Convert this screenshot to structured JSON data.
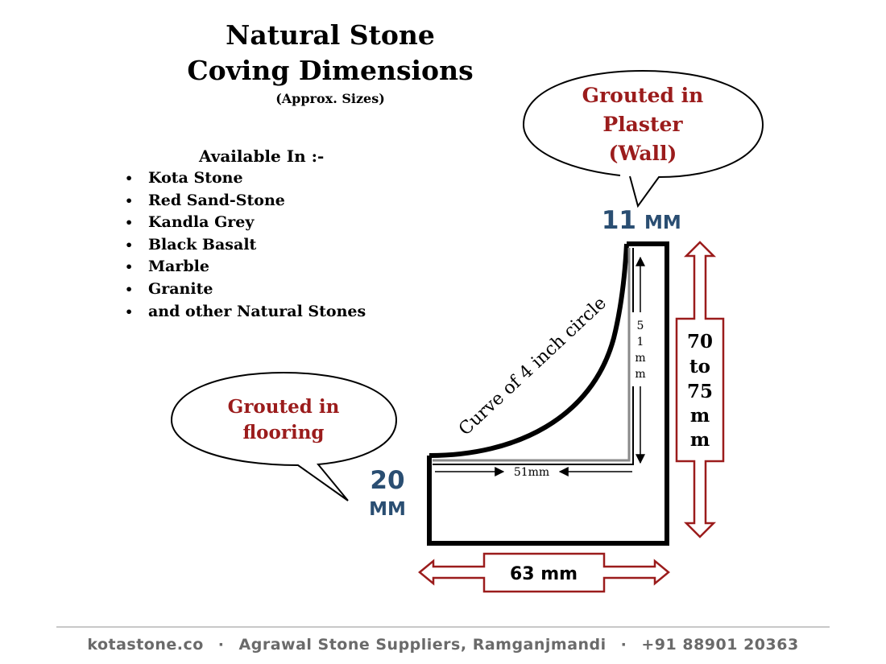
{
  "title": {
    "line1": "Natural Stone",
    "line2": "Coving Dimensions",
    "subtitle": "(Approx. Sizes)"
  },
  "available": {
    "heading": "Available In :-",
    "items": [
      "Kota Stone",
      "Red Sand-Stone",
      "Kandla Grey",
      "Black Basalt",
      "Marble",
      "Granite",
      "and other Natural Stones"
    ]
  },
  "callouts": {
    "wall": [
      "Grouted in",
      "Plaster",
      "(Wall)"
    ],
    "floor": [
      "Grouted in",
      "flooring"
    ]
  },
  "dimensions": {
    "top_thickness_value": "11",
    "top_thickness_unit": "MM",
    "bottom_thickness_value": "20",
    "bottom_thickness_unit": "MM",
    "height": [
      "70",
      "to",
      "75",
      "m",
      "m"
    ],
    "width": "63 mm",
    "inner_horizontal": "51mm",
    "inner_vertical": [
      "5",
      "1",
      "m",
      "m"
    ],
    "curve_label": "Curve of 4 inch circle"
  },
  "footer": {
    "site": "kotastone.co",
    "company": "Agrawal Stone Suppliers, Ramganjmandi",
    "phone": "+91 88901 20363",
    "separator": "·"
  },
  "colors": {
    "red": "#9b1c1c",
    "blue": "#2a4e72",
    "footer_gray": "#6a6a6a"
  }
}
